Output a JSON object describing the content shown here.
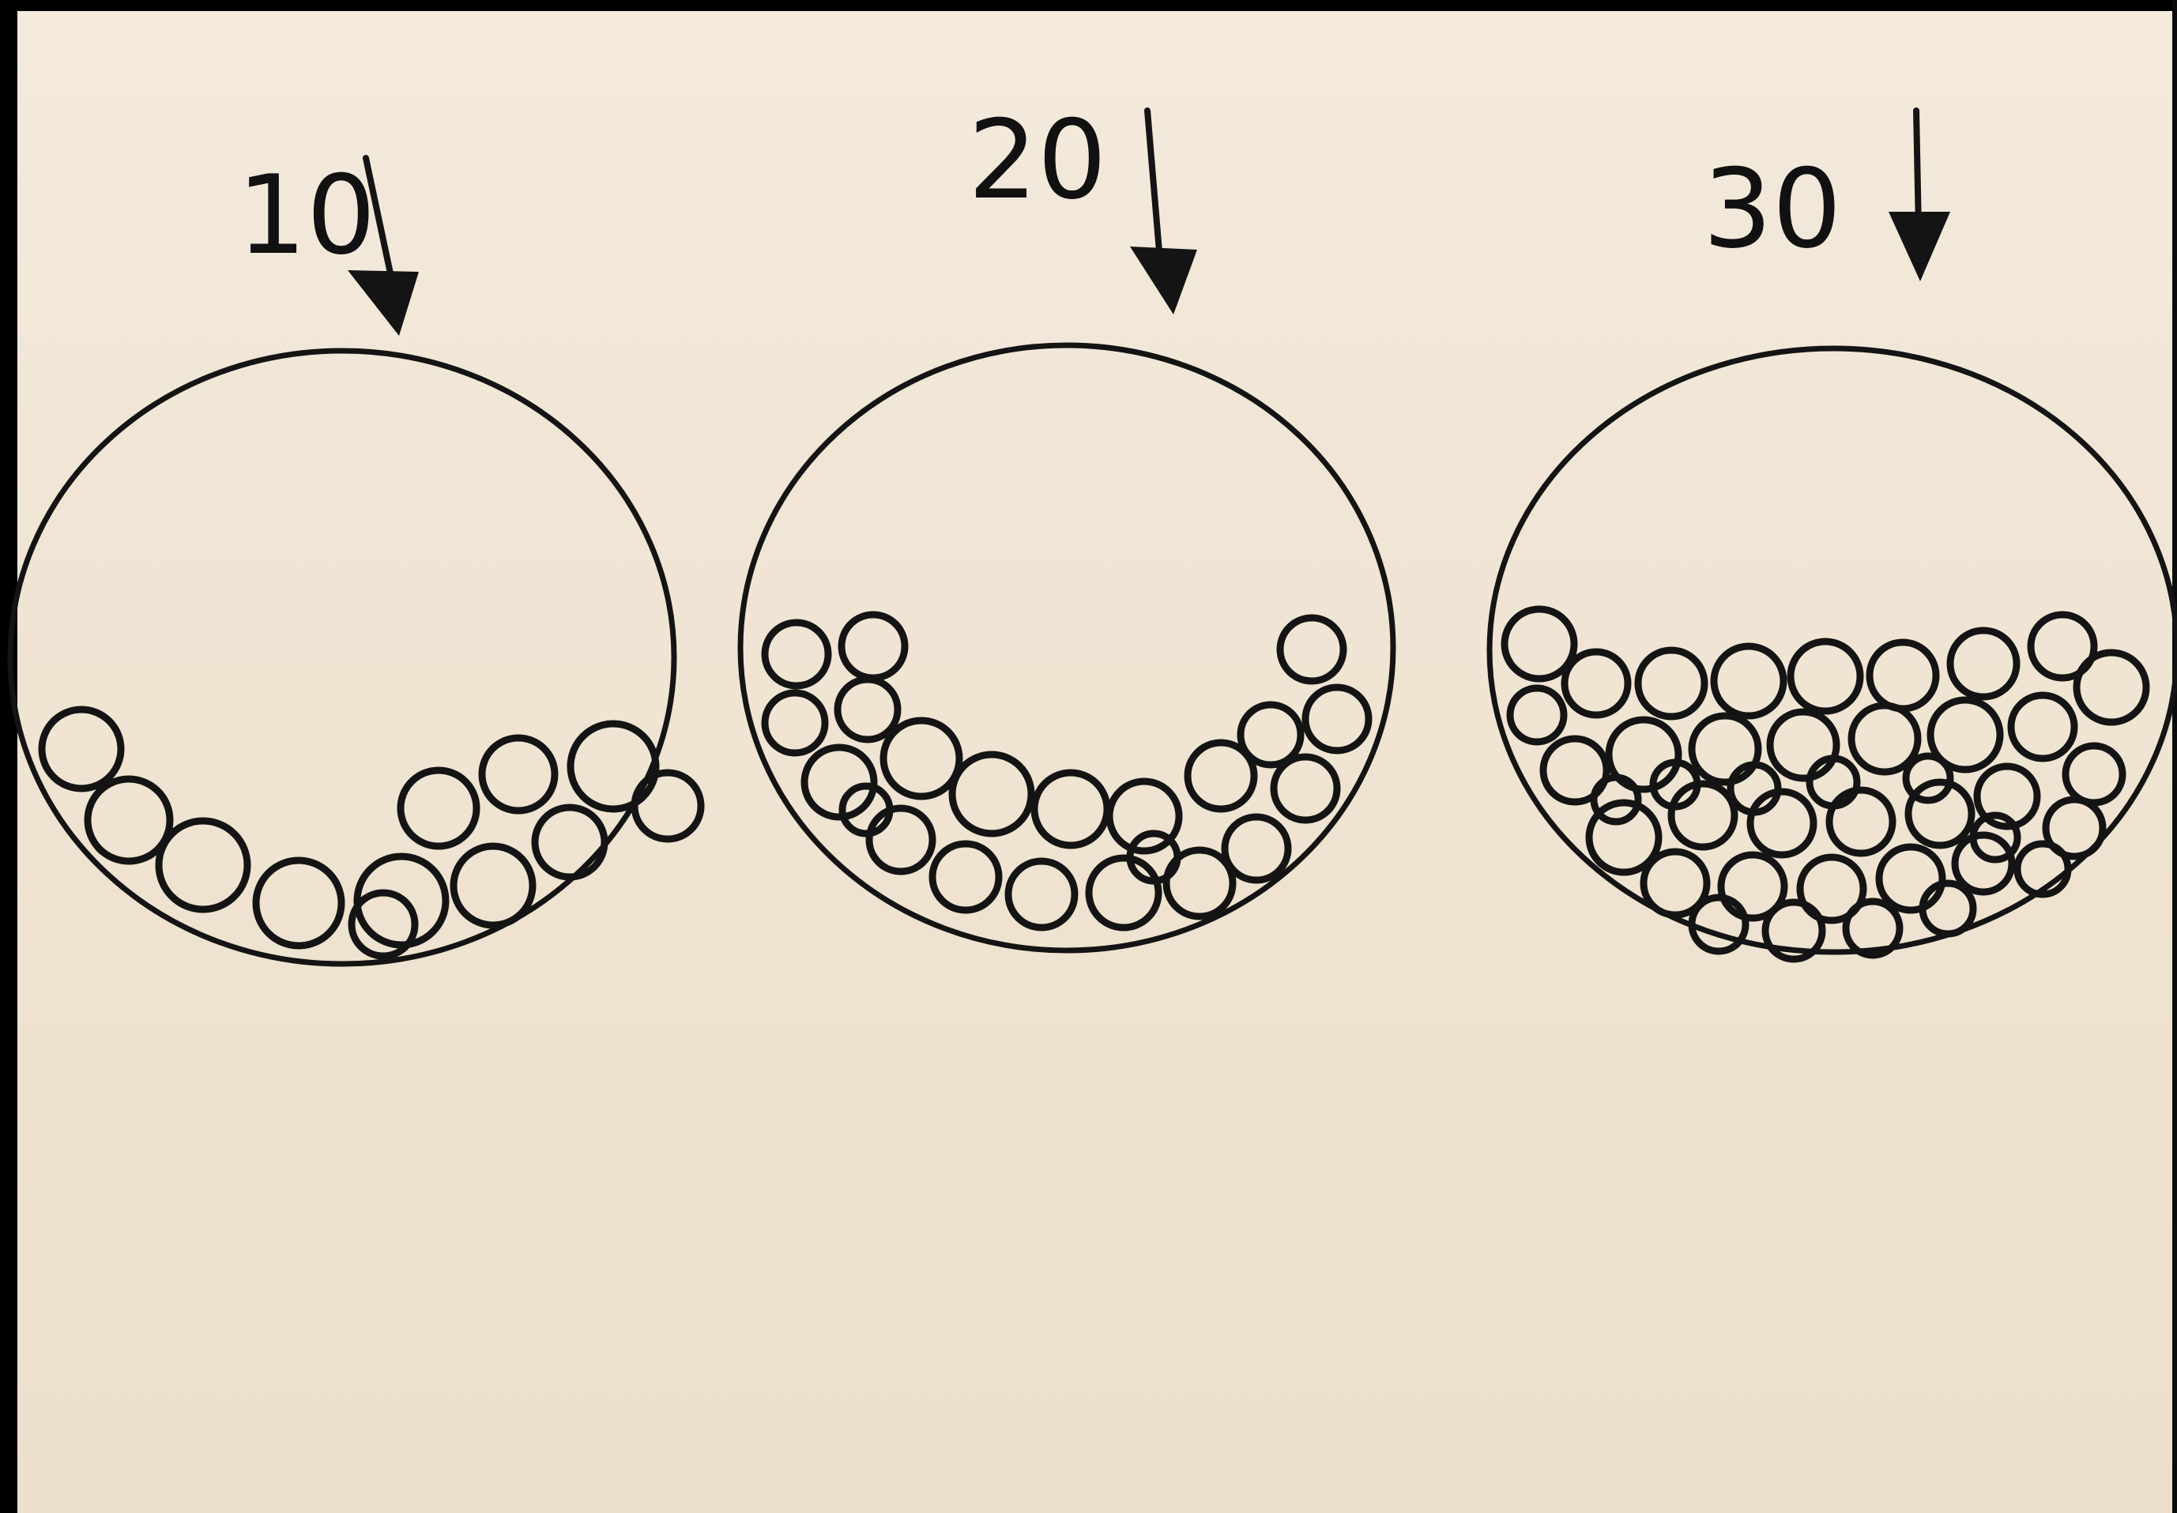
{
  "diagram": {
    "colors": {
      "background": "#000000",
      "paper": "#f0e6d6",
      "ink": "#141414"
    },
    "containers": [
      {
        "label": "10",
        "ball_count": 12,
        "arrow": "down-arrow-icon"
      },
      {
        "label": "20",
        "ball_count": 22,
        "arrow": "down-arrow-icon"
      },
      {
        "label": "30",
        "ball_count": 41,
        "arrow": "down-arrow-icon"
      }
    ]
  }
}
